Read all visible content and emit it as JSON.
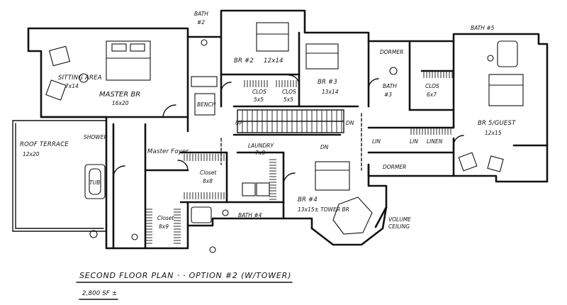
{
  "plan": {
    "title": "SECOND FLOOR PLAN · · OPTION #2 (W/TOWER)",
    "area": "2,800 SF ±"
  },
  "rooms": {
    "sitting_area": {
      "name": "SITTING AREA",
      "size": "7x14"
    },
    "master_br": {
      "name": "MASTER BR",
      "size": "16x20"
    },
    "roof_terrace": {
      "name": "ROOF TERRACE",
      "size": "12x20"
    },
    "shower": "SHOWER",
    "tub": "TUB",
    "master_foyer": "Master Foyer",
    "closet_master": {
      "name": "Closet",
      "size": "8x9"
    },
    "closet_mid": {
      "name": "Closet",
      "size": "8x8"
    },
    "bath2": {
      "name": "BATH",
      "num": "#2"
    },
    "bench": "BENCH",
    "br2": {
      "name": "BR #2",
      "size": "12x14"
    },
    "clos_a": {
      "name": "CLOS",
      "size": "5x5"
    },
    "clos_b": {
      "name": "CLOS",
      "size": "5x5"
    },
    "br3": {
      "name": "BR #3",
      "size": "13x14"
    },
    "dormer_top": "DORMER",
    "dormer_bottom": "DORMER",
    "bath3": {
      "name": "BATH",
      "num": "#3"
    },
    "clos_c": {
      "name": "CLOS",
      "size": "6x7"
    },
    "bath5": "BATH #5",
    "br5": {
      "name": "BR 5/GUEST",
      "size": "12x15"
    },
    "laundry": {
      "name": "LAUNDRY",
      "size": "7x8"
    },
    "bath4": "BATH #4",
    "br4": {
      "name": "BR #4",
      "size": "13x15± TOWER BR"
    },
    "volume_ceiling": {
      "line1": "VOLUME",
      "line2": "CEILING"
    },
    "linen_a": "LIN",
    "linen_b": "LIN",
    "linen_c": "LINEN"
  },
  "annotations": {
    "up": "UP",
    "dn_stair": "DN",
    "dn_lower": "DN"
  }
}
